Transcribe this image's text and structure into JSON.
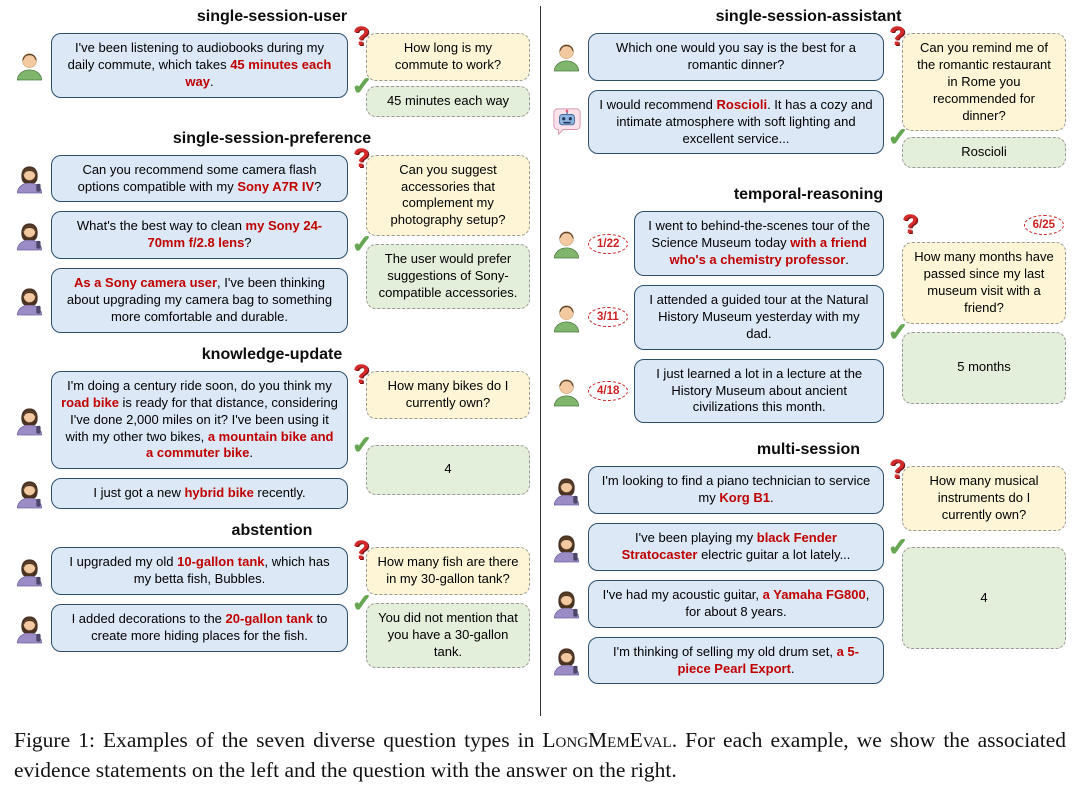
{
  "colors": {
    "evidence_bubble_bg": "#dce8f6",
    "evidence_bubble_border": "#2e4e6e",
    "question_bubble_bg": "#fdf5d6",
    "answer_bubble_bg": "#e4efdb",
    "dashed_border": "#999999",
    "highlight_red": "#c00000",
    "date_badge_red": "#cc2222",
    "question_mark_red": "#d42a2a",
    "check_green": "#67a653",
    "divider": "#333333"
  },
  "icons": {
    "question": "question-mark-icon",
    "check": "checkmark-icon",
    "user_man": "user-avatar-man-icon",
    "user_woman": "user-avatar-woman-icon",
    "assistant": "assistant-robot-icon"
  },
  "figure": {
    "columns": [
      {
        "sections": [
          {
            "title": "single-session-user",
            "evidence": [
              {
                "speaker": "man",
                "segments": [
                  {
                    "text": "I've been listening to audiobooks during my daily commute, which takes "
                  },
                  {
                    "text": "45 minutes each way",
                    "red": true
                  },
                  {
                    "text": "."
                  }
                ]
              }
            ],
            "question": {
              "segments": [
                {
                  "text": "How long is my commute to work?"
                }
              ]
            },
            "answer": {
              "text": "45 minutes each way"
            }
          },
          {
            "title": "single-session-preference",
            "evidence": [
              {
                "speaker": "woman",
                "segments": [
                  {
                    "text": "Can you recommend some camera flash options compatible with my "
                  },
                  {
                    "text": "Sony A7R IV",
                    "red": true
                  },
                  {
                    "text": "?"
                  }
                ]
              },
              {
                "speaker": "woman",
                "segments": [
                  {
                    "text": "What's the best way to clean "
                  },
                  {
                    "text": "my Sony 24-70mm f/2.8 lens",
                    "red": true
                  },
                  {
                    "text": "?"
                  }
                ]
              },
              {
                "speaker": "woman",
                "segments": [
                  {
                    "text": "As a Sony camera user",
                    "red": true
                  },
                  {
                    "text": ", I've been thinking about upgrading my camera bag to something more comfortable and durable."
                  }
                ]
              }
            ],
            "question": {
              "segments": [
                {
                  "text": "Can you suggest accessories that complement my photography setup?"
                }
              ]
            },
            "answer": {
              "text": "The user would prefer suggestions of Sony-compatible accessories."
            }
          },
          {
            "title": "knowledge-update",
            "evidence": [
              {
                "speaker": "woman",
                "segments": [
                  {
                    "text": "I'm doing a century ride soon, do you think my "
                  },
                  {
                    "text": "road bike",
                    "red": true
                  },
                  {
                    "text": " is ready for that distance, considering I've done 2,000 miles on it? I've been using it with my other two bikes, "
                  },
                  {
                    "text": "a mountain bike and a commuter bike",
                    "red": true
                  },
                  {
                    "text": "."
                  }
                ]
              },
              {
                "speaker": "woman",
                "segments": [
                  {
                    "text": "I just got a new "
                  },
                  {
                    "text": "hybrid bike",
                    "red": true
                  },
                  {
                    "text": " recently."
                  }
                ]
              }
            ],
            "question": {
              "segments": [
                {
                  "text": "How many bikes do I currently own?"
                }
              ]
            },
            "answer": {
              "text": "4"
            }
          },
          {
            "title": "abstention",
            "evidence": [
              {
                "speaker": "woman",
                "segments": [
                  {
                    "text": "I upgraded my old "
                  },
                  {
                    "text": "10-gallon tank",
                    "red": true
                  },
                  {
                    "text": ", which has my betta fish, Bubbles."
                  }
                ]
              },
              {
                "speaker": "woman",
                "segments": [
                  {
                    "text": "I added decorations to the "
                  },
                  {
                    "text": "20-gallon tank",
                    "red": true
                  },
                  {
                    "text": " to create more hiding places for the fish."
                  }
                ]
              }
            ],
            "question": {
              "segments": [
                {
                  "text": "How many fish are there in my 30-gallon tank?"
                }
              ]
            },
            "answer": {
              "text": "You did not mention that you have a 30-gallon tank."
            }
          }
        ]
      },
      {
        "sections": [
          {
            "title": "single-session-assistant",
            "evidence": [
              {
                "speaker": "man",
                "segments": [
                  {
                    "text": "Which one would you say is the best for a romantic dinner?"
                  }
                ]
              },
              {
                "speaker": "robot",
                "segments": [
                  {
                    "text": "I would recommend "
                  },
                  {
                    "text": "Roscioli",
                    "red": true
                  },
                  {
                    "text": ". It has a cozy and intimate atmosphere with soft lighting and excellent service..."
                  }
                ]
              }
            ],
            "question": {
              "segments": [
                {
                  "text": "Can you remind me of the romantic restaurant in Rome you recommended for dinner?"
                }
              ]
            },
            "answer": {
              "text": "Roscioli"
            }
          },
          {
            "title": "temporal-reasoning",
            "evidence": [
              {
                "speaker": "man",
                "date": "1/22",
                "segments": [
                  {
                    "text": "I went to behind-the-scenes tour of the Science Museum today "
                  },
                  {
                    "text": "with a friend who's a chemistry professor",
                    "red": true
                  },
                  {
                    "text": "."
                  }
                ]
              },
              {
                "speaker": "man",
                "date": "3/11",
                "segments": [
                  {
                    "text": "I attended a guided tour at the Natural History Museum yesterday with my dad."
                  }
                ]
              },
              {
                "speaker": "man",
                "date": "4/18",
                "segments": [
                  {
                    "text": "I just learned a lot in a lecture at the History Museum about ancient civilizations this month."
                  }
                ]
              }
            ],
            "question": {
              "date": "6/25",
              "segments": [
                {
                  "text": "How many months have passed since my last museum visit with a friend?"
                }
              ]
            },
            "answer": {
              "text": "5 months"
            }
          },
          {
            "title": "multi-session",
            "evidence": [
              {
                "speaker": "woman",
                "segments": [
                  {
                    "text": "I'm looking to find a piano technician to service my "
                  },
                  {
                    "text": "Korg B1",
                    "red": true
                  },
                  {
                    "text": "."
                  }
                ]
              },
              {
                "speaker": "woman",
                "segments": [
                  {
                    "text": "I've been playing my "
                  },
                  {
                    "text": "black Fender Stratocaster",
                    "red": true
                  },
                  {
                    "text": " electric guitar a lot lately..."
                  }
                ]
              },
              {
                "speaker": "woman",
                "segments": [
                  {
                    "text": "I've had my acoustic guitar, "
                  },
                  {
                    "text": "a Yamaha FG800",
                    "red": true
                  },
                  {
                    "text": ", for about 8 years."
                  }
                ]
              },
              {
                "speaker": "woman",
                "segments": [
                  {
                    "text": "I'm thinking of selling my old drum set, "
                  },
                  {
                    "text": "a 5-piece Pearl Export",
                    "red": true
                  },
                  {
                    "text": "."
                  }
                ]
              }
            ],
            "question": {
              "segments": [
                {
                  "text": "How many musical instruments do I currently own?"
                }
              ]
            },
            "answer": {
              "text": "4"
            }
          }
        ]
      }
    ]
  },
  "caption": {
    "prefix": "Figure 1: Examples of the seven diverse question types in ",
    "smallcaps": "LongMemEval",
    "suffix": ". For each example, we show the associated evidence statements on the left and the question with the answer on the right."
  }
}
